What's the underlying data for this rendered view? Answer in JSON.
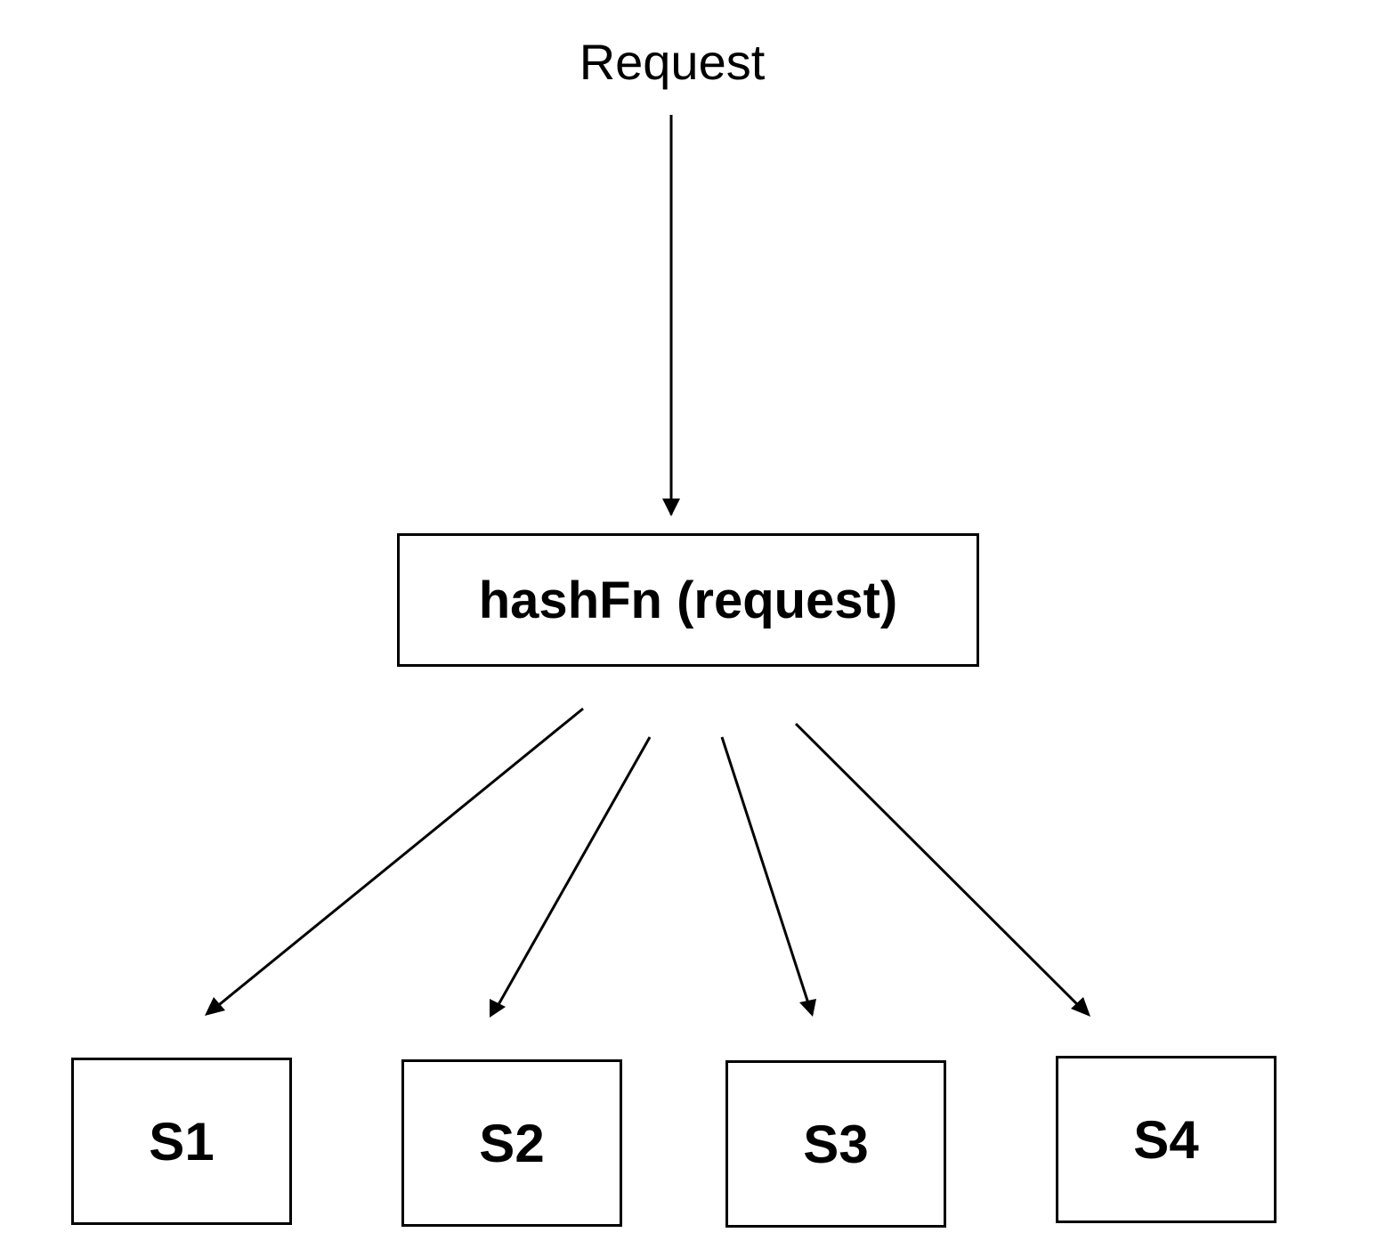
{
  "request_label": "Request",
  "hash_box": {
    "label": "hashFn (request)"
  },
  "servers": [
    {
      "label": "S1"
    },
    {
      "label": "S2"
    },
    {
      "label": "S3"
    },
    {
      "label": "S4"
    }
  ],
  "colors": {
    "stroke": "#000000",
    "background": "#ffffff"
  }
}
